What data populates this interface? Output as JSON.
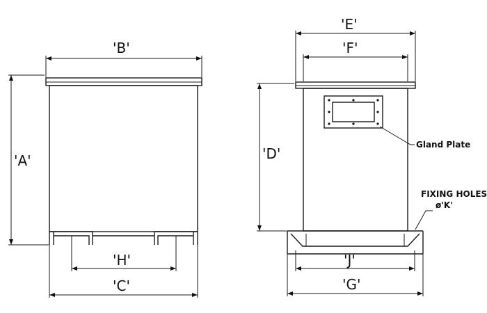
{
  "front_view": {
    "dim_a": "'A'",
    "dim_b": "'B'",
    "dim_c": "'C'",
    "dim_h": "'H'"
  },
  "side_view": {
    "dim_d": "'D'",
    "dim_e": "'E'",
    "dim_f": "'F'",
    "dim_g": "'G'",
    "dim_j": "'J'",
    "gland_plate_label": "Gland Plate",
    "fixing_holes_label": "FIXING HOLES",
    "fixing_holes_size": "ø'K'"
  }
}
